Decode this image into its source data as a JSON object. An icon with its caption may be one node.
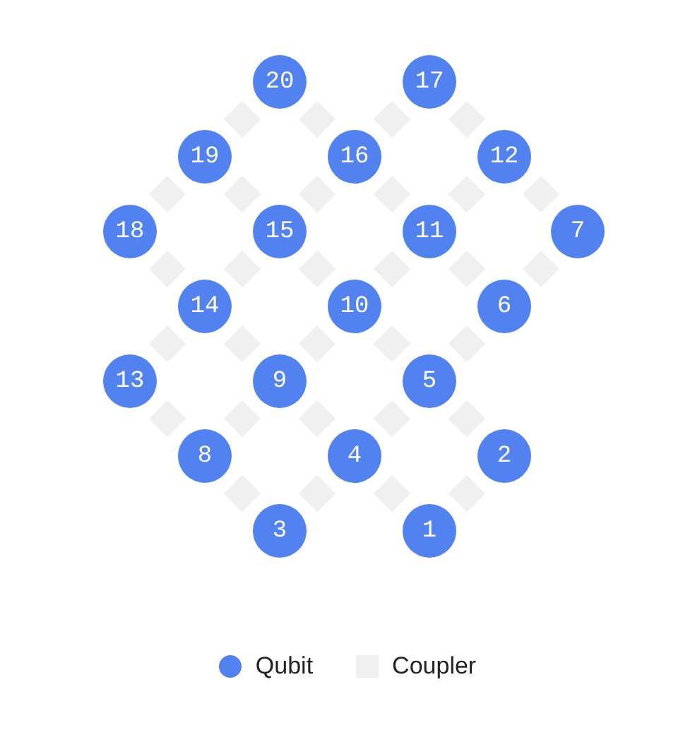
{
  "diagram": {
    "nodes": [
      {
        "text": [
          "20"
        ]
      },
      {
        "text": [
          "17"
        ]
      },
      {
        "text": [
          "19"
        ]
      },
      {
        "text": [
          "16"
        ]
      },
      {
        "text": [
          "12"
        ]
      },
      {
        "text": [
          "18"
        ]
      },
      {
        "text": [
          "15"
        ]
      },
      {
        "text": [
          "11"
        ]
      },
      {
        "text": [
          "7"
        ]
      },
      {
        "text": [
          "14"
        ]
      },
      {
        "text": [
          "10"
        ]
      },
      {
        "text": [
          "6"
        ]
      },
      {
        "text": [
          "13"
        ]
      },
      {
        "text": [
          "9"
        ]
      },
      {
        "text": [
          "5"
        ]
      },
      {
        "text": [
          "8"
        ]
      },
      {
        "text": [
          "4"
        ]
      },
      {
        "text": [
          "2"
        ]
      },
      {
        "text": [
          "3"
        ]
      },
      {
        "text": [
          "1"
        ]
      }
    ],
    "edges": [
      {
        "from": 0,
        "to": 2,
        "arrow": "none"
      },
      {
        "from": 0,
        "to": 3,
        "arrow": "none"
      },
      {
        "from": 1,
        "to": 3,
        "arrow": "none"
      },
      {
        "from": 1,
        "to": 4,
        "arrow": "none"
      },
      {
        "from": 2,
        "to": 5,
        "arrow": "none"
      },
      {
        "from": 2,
        "to": 6,
        "arrow": "none"
      },
      {
        "from": 3,
        "to": 6,
        "arrow": "none"
      },
      {
        "from": 3,
        "to": 7,
        "arrow": "none"
      },
      {
        "from": 4,
        "to": 7,
        "arrow": "none"
      },
      {
        "from": 4,
        "to": 8,
        "arrow": "none"
      },
      {
        "from": 5,
        "to": 9,
        "arrow": "none"
      },
      {
        "from": 6,
        "to": 9,
        "arrow": "none"
      },
      {
        "from": 6,
        "to": 10,
        "arrow": "none"
      },
      {
        "from": 7,
        "to": 10,
        "arrow": "none"
      },
      {
        "from": 7,
        "to": 11,
        "arrow": "none"
      },
      {
        "from": 8,
        "to": 11,
        "arrow": "none"
      },
      {
        "from": 9,
        "to": 12,
        "arrow": "none"
      },
      {
        "from": 9,
        "to": 13,
        "arrow": "none"
      },
      {
        "from": 10,
        "to": 13,
        "arrow": "none"
      },
      {
        "from": 10,
        "to": 14,
        "arrow": "none"
      },
      {
        "from": 11,
        "to": 14,
        "arrow": "none"
      },
      {
        "from": 12,
        "to": 15,
        "arrow": "none"
      },
      {
        "from": 13,
        "to": 15,
        "arrow": "none"
      },
      {
        "from": 13,
        "to": 16,
        "arrow": "none"
      },
      {
        "from": 14,
        "to": 16,
        "arrow": "none"
      },
      {
        "from": 14,
        "to": 17,
        "arrow": "none"
      },
      {
        "from": 15,
        "to": 18,
        "arrow": "none"
      },
      {
        "from": 16,
        "to": 18,
        "arrow": "none"
      },
      {
        "from": 16,
        "to": 19,
        "arrow": "none"
      },
      {
        "from": 17,
        "to": 19,
        "arrow": "none"
      }
    ],
    "legend": [
      {
        "text": "Qubit",
        "color": "#5282f0"
      },
      {
        "text": "Coupler",
        "color": "#f0f0f0"
      }
    ]
  }
}
